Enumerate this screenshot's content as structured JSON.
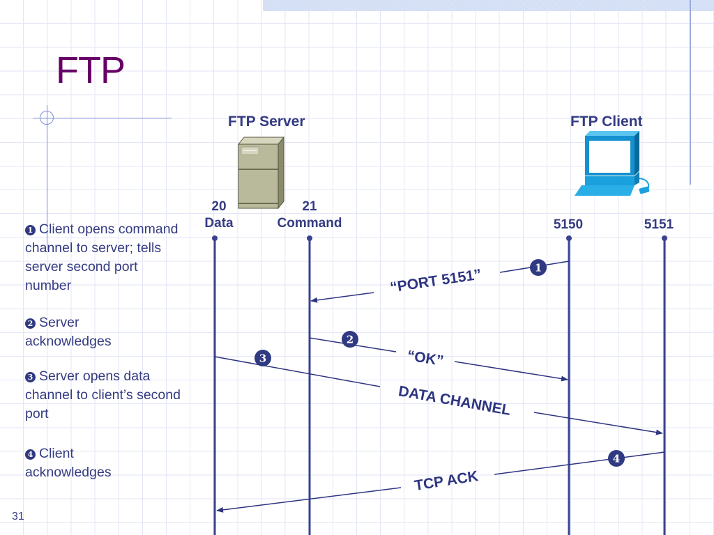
{
  "slide": {
    "title": "FTP",
    "page_number": "31"
  },
  "hosts": {
    "server": {
      "label": "FTP Server",
      "icon": "server-tower-icon"
    },
    "client": {
      "label": "FTP Client",
      "icon": "desktop-computer-icon"
    }
  },
  "ports": [
    {
      "number": "20",
      "name": "Data"
    },
    {
      "number": "21",
      "name": "Command"
    },
    {
      "number": "5150",
      "name": ""
    },
    {
      "number": "5151",
      "name": ""
    }
  ],
  "steps": [
    {
      "marker": "1",
      "text": "Client opens command channel to server; tells server second port number"
    },
    {
      "marker": "2",
      "text": "Server acknowledges"
    },
    {
      "marker": "3",
      "text": "Server opens data channel to client’s second port"
    },
    {
      "marker": "4",
      "text": "Client acknowledges"
    }
  ],
  "messages": [
    {
      "marker": "1",
      "label": "“PORT 5151”",
      "from": "5150",
      "to": "21"
    },
    {
      "marker": "2",
      "label": "“OK”",
      "from": "21",
      "to": "5150"
    },
    {
      "marker": "3",
      "label": "DATA CHANNEL",
      "from": "20",
      "to": "5151"
    },
    {
      "marker": "4",
      "label": "TCP ACK",
      "from": "5151",
      "to": "20"
    }
  ],
  "colors": {
    "title": "#660066",
    "text": "#353b82",
    "lines": "#3a4290",
    "grid": "#e3e6f6",
    "client_icon": "#1aa0dd",
    "server_icon": "#b8b89a"
  }
}
